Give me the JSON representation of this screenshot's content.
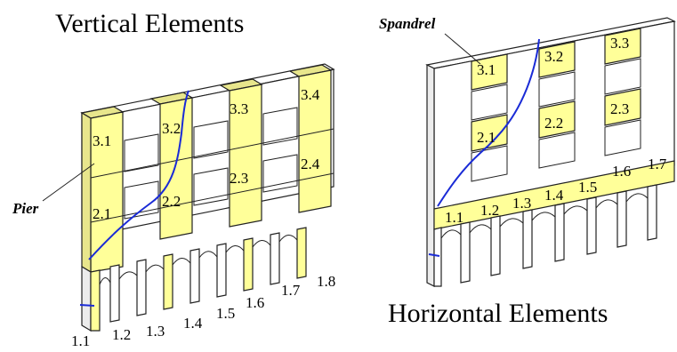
{
  "colors": {
    "wall": "#ffffff",
    "wall_side": "#ececec",
    "highlight": "#ffff99",
    "highlight_side": "#e8e68c",
    "outline": "#222222",
    "title": "#2b2b99",
    "curve": "#1a2bd6"
  },
  "left_panel": {
    "title": "Vertical Elements",
    "callout": "Pier",
    "pier_labels": [
      "3.1",
      "3.2",
      "3.3",
      "3.4",
      "2.1",
      "2.2",
      "2.3",
      "2.4"
    ],
    "column_labels": [
      "1.1",
      "1.2",
      "1.3",
      "1.4",
      "1.5",
      "1.6",
      "1.7",
      "1.8"
    ]
  },
  "right_panel": {
    "title": "Horizontal Elements",
    "callout": "Spandrel",
    "spandrel_labels": [
      "3.1",
      "3.2",
      "3.3",
      "2.1",
      "2.2",
      "2.3"
    ],
    "beam_labels": [
      "1.1",
      "1.2",
      "1.3",
      "1.4",
      "1.5",
      "1.6",
      "1.7"
    ]
  }
}
